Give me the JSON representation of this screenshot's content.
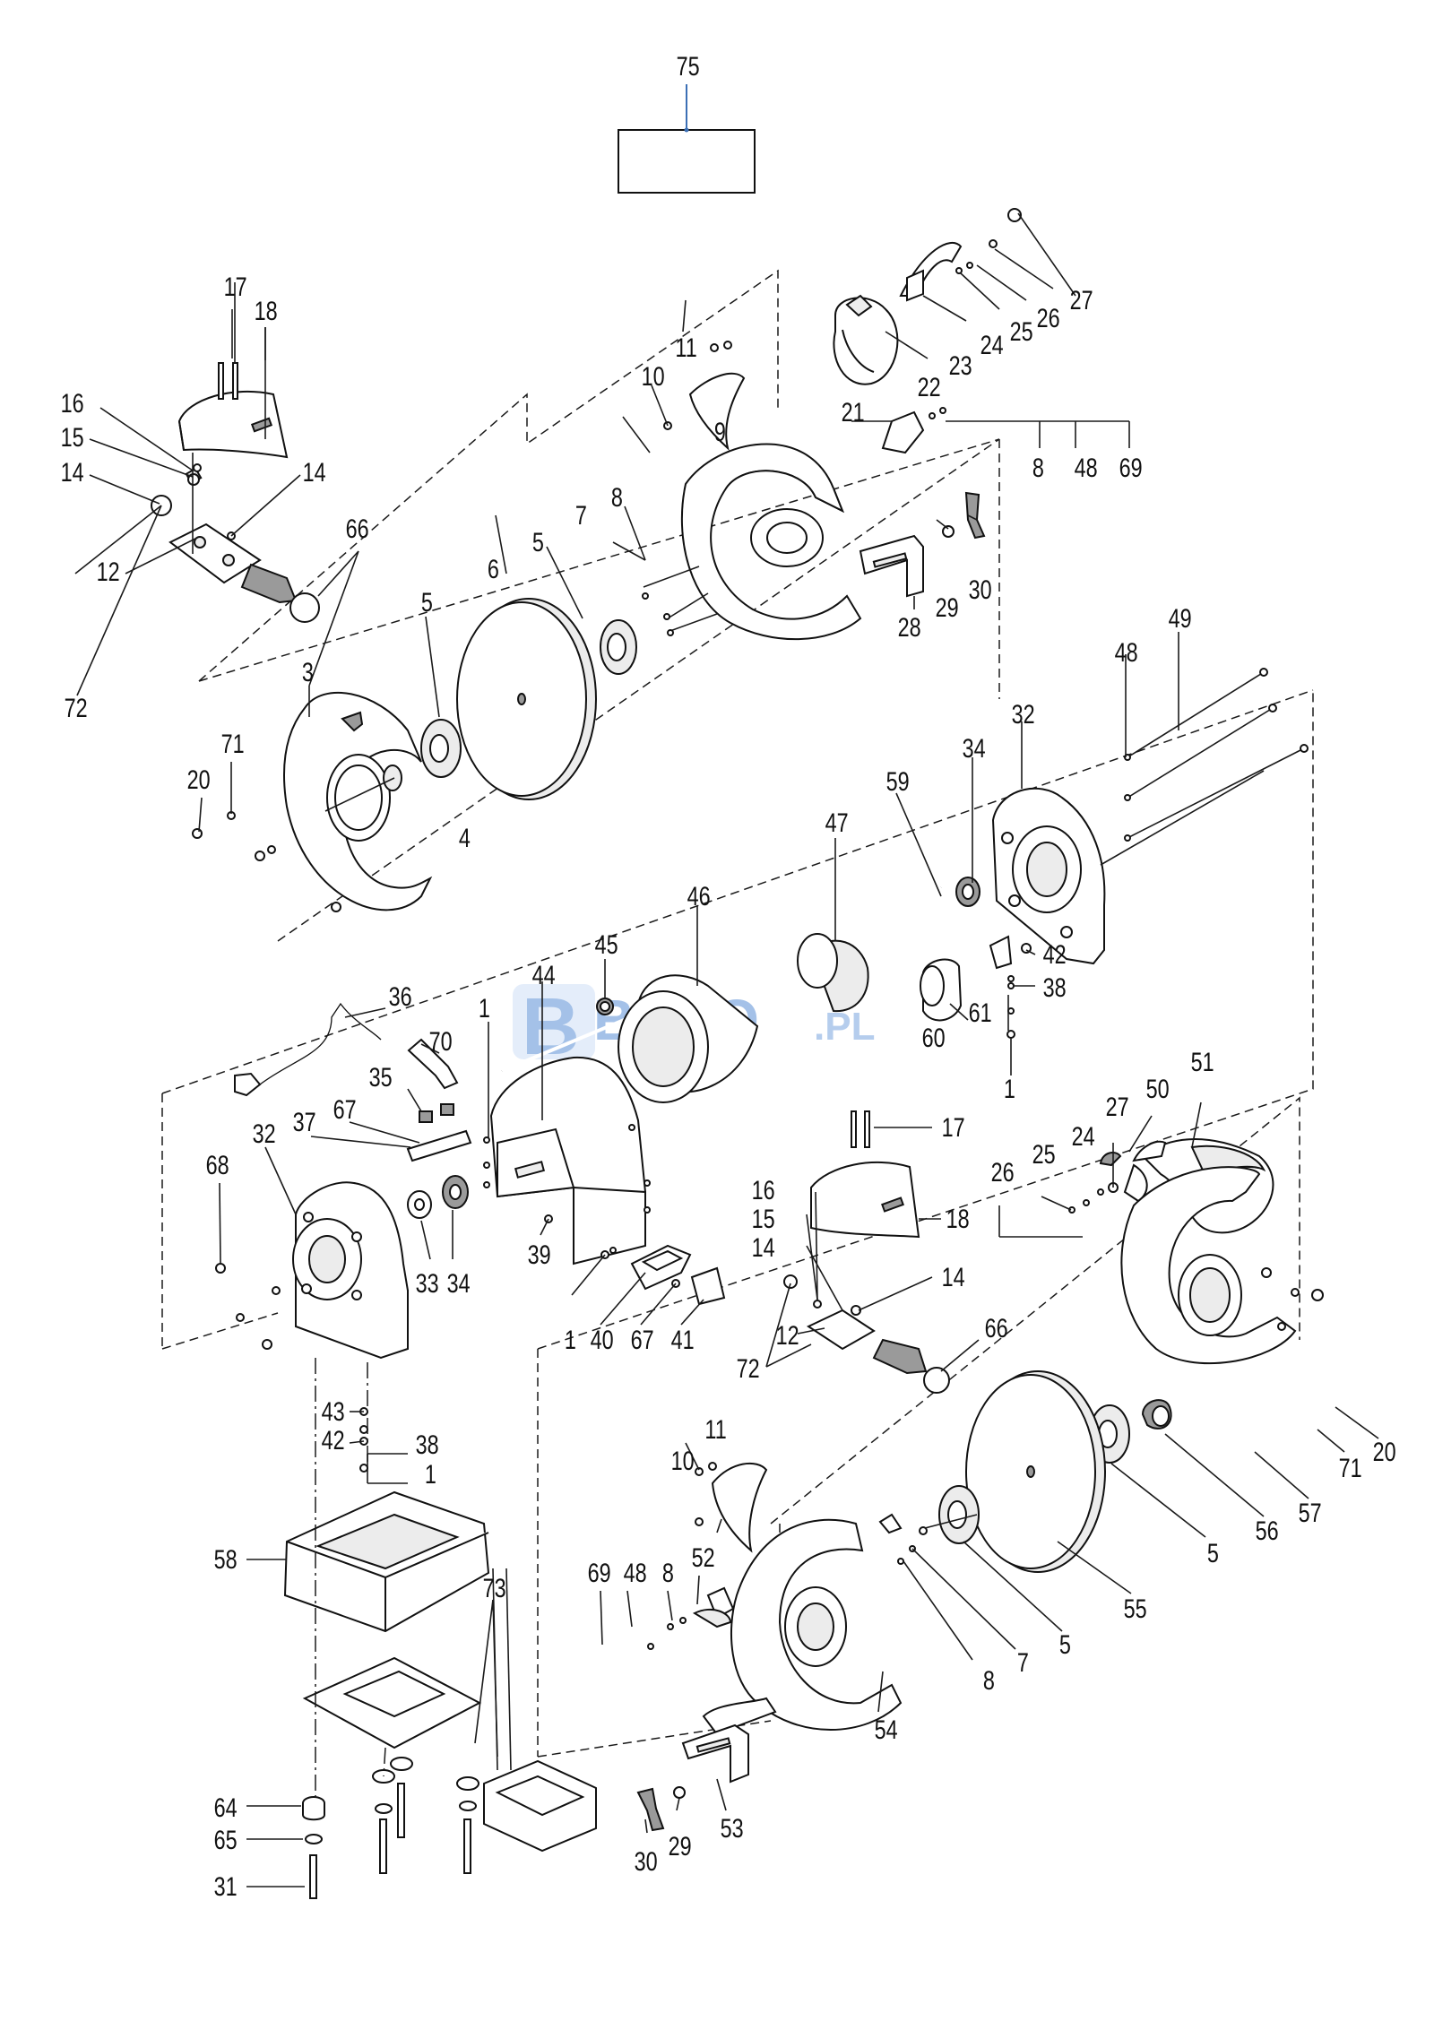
{
  "watermark": {
    "mark": "B",
    "text": "BAXO",
    "suffix": ".PL",
    "color": "#5a8fd6"
  },
  "callouts": {
    "c75": "75",
    "c27a": "27",
    "c26a": "26",
    "c25a": "25",
    "c24a": "24",
    "c23a": "23",
    "c22a": "22",
    "c17a": "17",
    "c18a": "18",
    "c16a": "16",
    "c15a": "15",
    "c14a": "14",
    "c14b": "14",
    "c12a": "12",
    "c66a": "66",
    "c72a": "72",
    "c11a": "11",
    "c10a": "10",
    "c9a": "9",
    "c21a": "21",
    "c8a": "8",
    "c48a": "48",
    "c69a": "69",
    "c8b": "8",
    "c7a": "7",
    "c6a": "6",
    "c5a": "5",
    "c5b": "5",
    "c3a": "3",
    "c4a": "4",
    "c20a": "20",
    "c71a": "71",
    "c28a": "28",
    "c29a": "29",
    "c30a": "30",
    "c49a": "49",
    "c48b": "48",
    "c32a": "32",
    "c34a": "34",
    "c59a": "59",
    "c47a": "47",
    "c46a": "46",
    "c45a": "45",
    "c44a": "44",
    "c42a": "42",
    "c38a": "38",
    "c61a": "61",
    "c60a": "60",
    "c1a": "1",
    "c36a": "36",
    "c70a": "70",
    "c1b": "1",
    "c35a": "35",
    "c67a": "67",
    "c37a": "37",
    "c32b": "32",
    "c68a": "68",
    "c33a": "33",
    "c34b": "34",
    "c39a": "39",
    "c1c": "1",
    "c40a": "40",
    "c67b": "67",
    "c41a": "41",
    "c17b": "17",
    "c16b": "16",
    "c18b": "18",
    "c15b": "15",
    "c14c": "14",
    "c14d": "14",
    "c12b": "12",
    "c72b": "72",
    "c66b": "66",
    "c27b": "27",
    "c50a": "50",
    "c51a": "51",
    "c25b": "25",
    "c24b": "24",
    "c26b": "26",
    "c43a": "43",
    "c42b": "42",
    "c38b": "38",
    "c1d": "1",
    "c58a": "58",
    "c73a": "73",
    "c11b": "11",
    "c10b": "10",
    "c69b": "69",
    "c48c": "48",
    "c8c": "8",
    "c52a": "52",
    "c8d": "8",
    "c7b": "7",
    "c5c": "5",
    "c5d": "5",
    "c20b": "20",
    "c71b": "71",
    "c57a": "57",
    "c56a": "56",
    "c55a": "55",
    "c54a": "54",
    "c53a": "53",
    "c30b": "30",
    "c29b": "29",
    "c64a": "64",
    "c65a": "65",
    "c31a": "31"
  }
}
